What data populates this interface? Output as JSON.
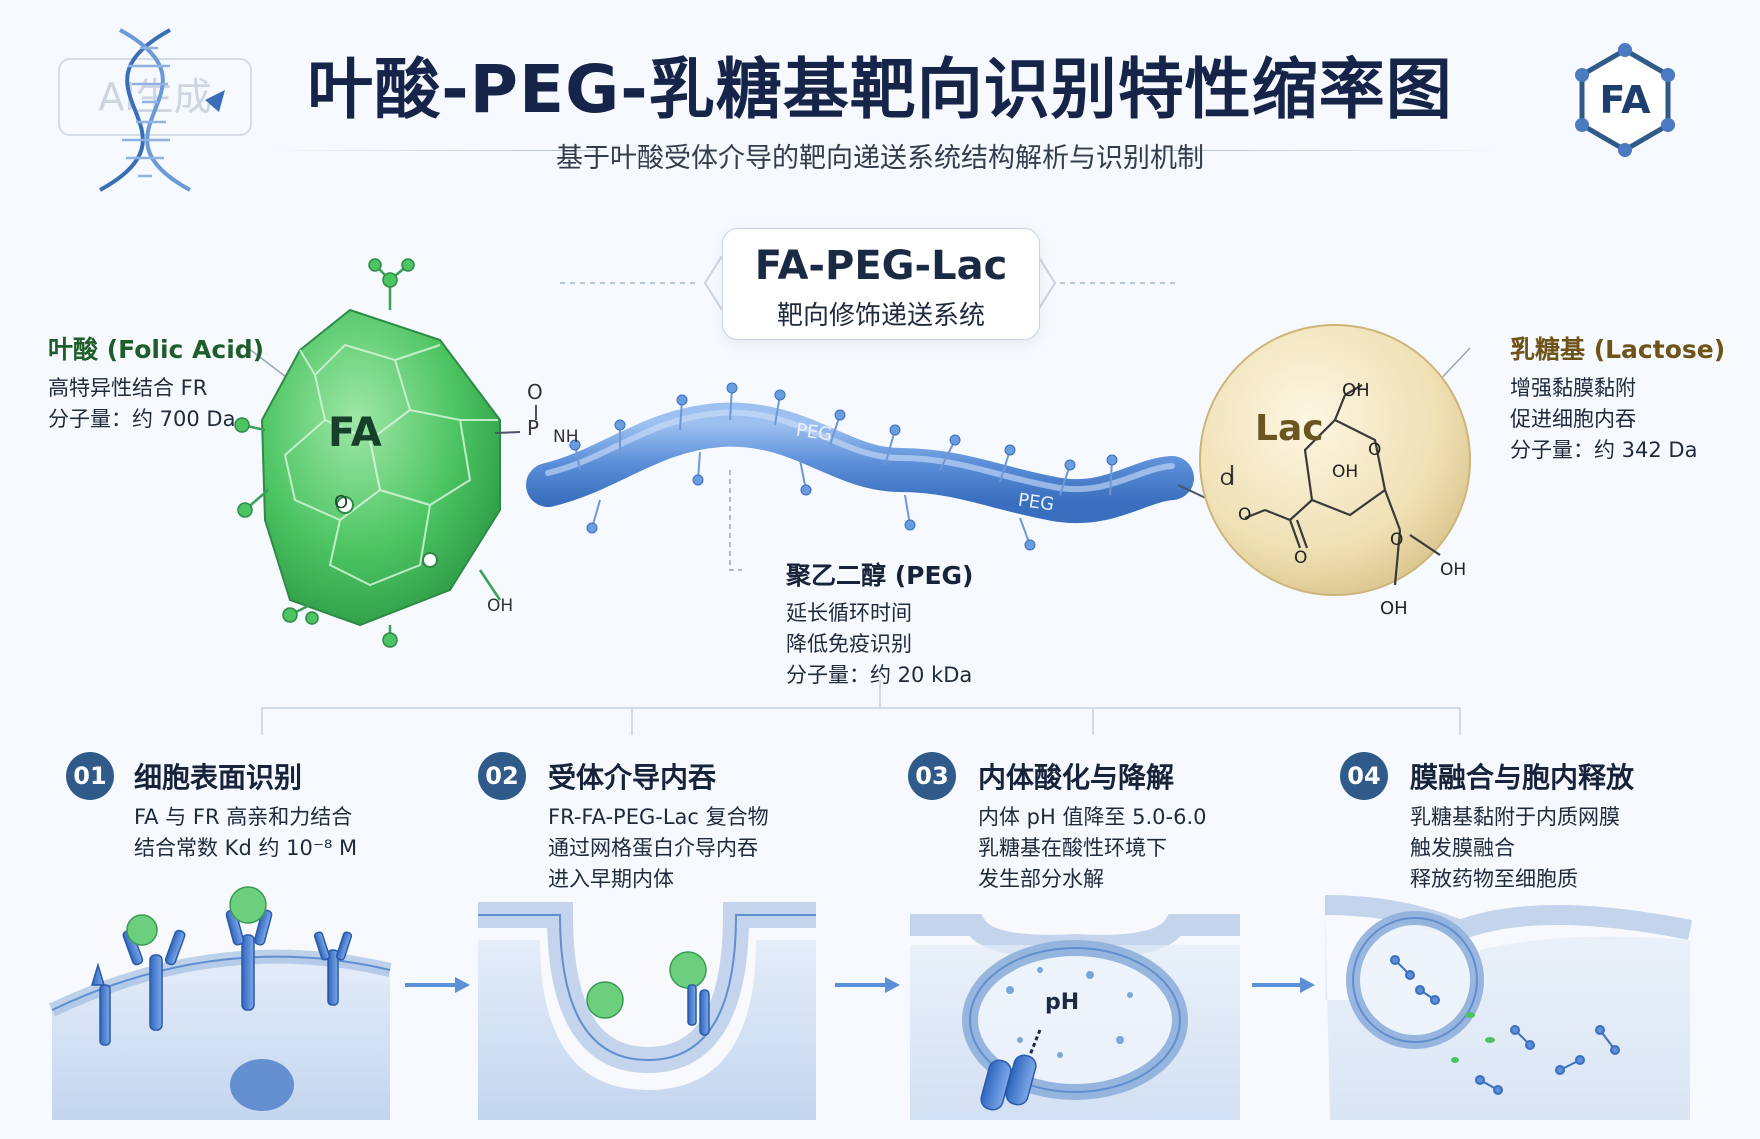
{
  "title": "叶酸-PEG-乳糖基靶向识别特性缩率图",
  "subtitle": "基于叶酸受体介导的靶向递送系统结构解析与识别机制",
  "watermark": "AI生成",
  "badge": "FA",
  "center": {
    "name": "FA-PEG-Lac",
    "desc": "靶向修饰递送系统"
  },
  "folic_acid": {
    "title": "叶酸 (Folic Acid)",
    "lines": [
      "高特异性结合 FR",
      "分子量：约 700 Da"
    ],
    "sphere_label": "FA"
  },
  "peg": {
    "title": "聚乙二醇 (PEG)",
    "lines": [
      "延长循环时间",
      "降低免疫识别",
      "分子量：约 20 kDa"
    ],
    "chain_labels": [
      "PEG",
      "PEG"
    ]
  },
  "lactose": {
    "title": "乳糖基 (Lactose)",
    "lines": [
      "增强黏膜黏附",
      "促进细胞内吞",
      "分子量：约 342 Da"
    ],
    "sphere_label": "Lac",
    "atoms": [
      "OH",
      "OH",
      "O",
      "O",
      "O",
      "O",
      "O",
      "OH",
      "OH"
    ]
  },
  "fa_atoms": {
    "o1": "O",
    "p": "P",
    "nh": "NH",
    "o2": "O",
    "oh": "OH"
  },
  "steps": [
    {
      "num": "01",
      "title": "细胞表面识别",
      "lines": [
        "FA 与 FR 高亲和力结合",
        "结合常数 Kd 约 10⁻⁸ M"
      ]
    },
    {
      "num": "02",
      "title": "受体介导内吞",
      "lines": [
        "FR-FA-PEG-Lac 复合物",
        "通过网格蛋白介导内吞",
        "进入早期内体"
      ]
    },
    {
      "num": "03",
      "title": "内体酸化与降解",
      "lines": [
        "内体 pH 值降至 5.0-6.0",
        "乳糖基在酸性环境下",
        "发生部分水解"
      ]
    },
    {
      "num": "04",
      "title": "膜融合与胞内释放",
      "lines": [
        "乳糖基黏附于内质网膜",
        "触发膜融合",
        "释放药物至细胞质"
      ]
    }
  ],
  "endosome_label": "pH",
  "colors": {
    "fa": "#4cc462",
    "peg": "#5b8fd8",
    "lac": "#e8d8a8",
    "accent": "#2f5a8a",
    "title": "#16244a"
  }
}
